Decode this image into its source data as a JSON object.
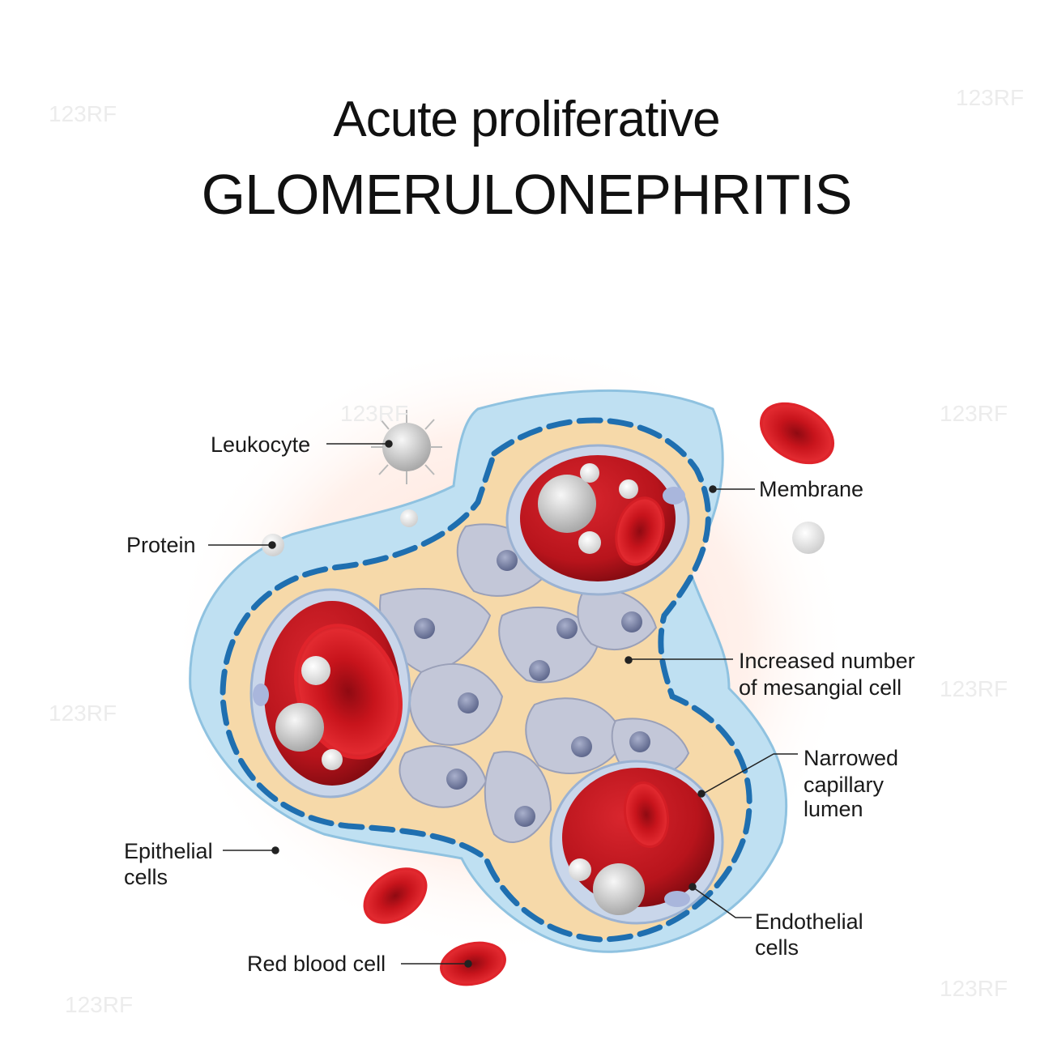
{
  "title": {
    "line1": "Acute proliferative",
    "line2": "GLOMERULONEPHRITIS"
  },
  "labels": {
    "leukocyte": "Leukocyte",
    "protein": "Protein",
    "membrane": "Membrane",
    "mesangial_1": "Increased number",
    "mesangial_2": "of mesangial cell",
    "narrowed_1": "Narrowed",
    "narrowed_2": "capillary",
    "narrowed_3": "lumen",
    "epithelial_1": "Epithelial",
    "epithelial_2": "cells",
    "endothelial_1": "Endothelial",
    "endothelial_2": "cells",
    "rbc": "Red blood cell"
  },
  "watermark": "123RF",
  "colors": {
    "blood": "#c8141c",
    "membrane": "#1f6fb0",
    "basement": "#f6d9a9",
    "epithelium": "#bfe0f2",
    "mesangial": "#c3c7d8",
    "nucleus": "#7d86a8"
  }
}
